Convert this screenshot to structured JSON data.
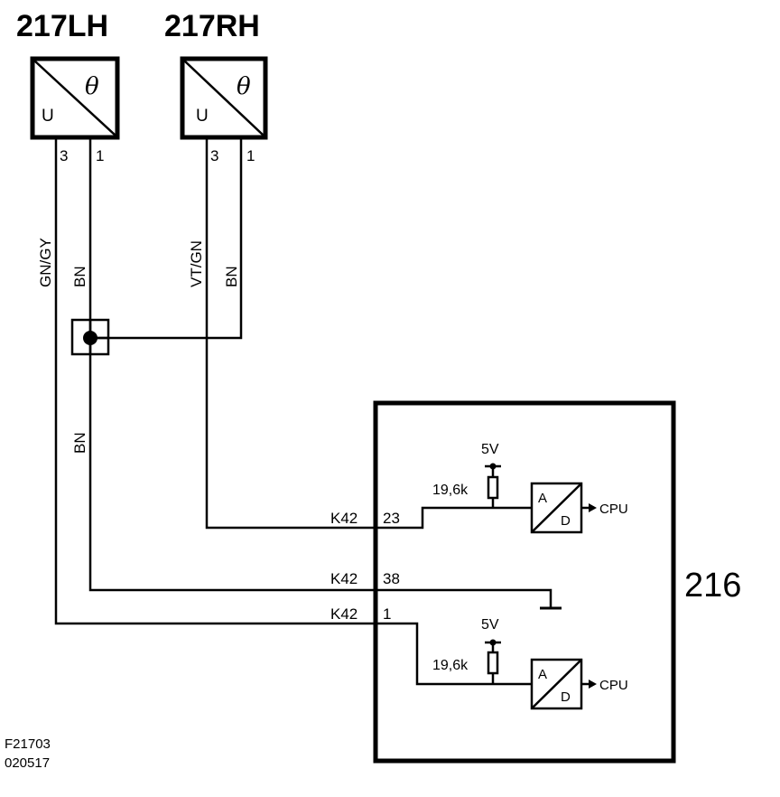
{
  "sensors": [
    {
      "label": "217LH",
      "symbol_left": "U",
      "symbol_right": "θ",
      "pin_signal": "3",
      "pin_ground": "1",
      "wire_signal_color": "GN/GY",
      "wire_ground_color": "BN"
    },
    {
      "label": "217RH",
      "symbol_left": "U",
      "symbol_right": "θ",
      "pin_signal": "3",
      "pin_ground": "1",
      "wire_signal_color": "VT/GN",
      "wire_ground_color": "BN"
    }
  ],
  "splice": {
    "wire_color_below": "BN"
  },
  "control_unit": {
    "label": "216",
    "connections": [
      {
        "connector": "K42",
        "pin": "23"
      },
      {
        "connector": "K42",
        "pin": "38"
      },
      {
        "connector": "K42",
        "pin": "1"
      }
    ],
    "inputs": [
      {
        "supply": "5V",
        "resistor": "19,6k",
        "adc_a": "A",
        "adc_d": "D",
        "output": "CPU"
      },
      {
        "supply": "5V",
        "resistor": "19,6k",
        "adc_a": "A",
        "adc_d": "D",
        "output": "CPU"
      }
    ]
  },
  "footer": {
    "figure_id": "F21703",
    "date_code": "020517"
  }
}
